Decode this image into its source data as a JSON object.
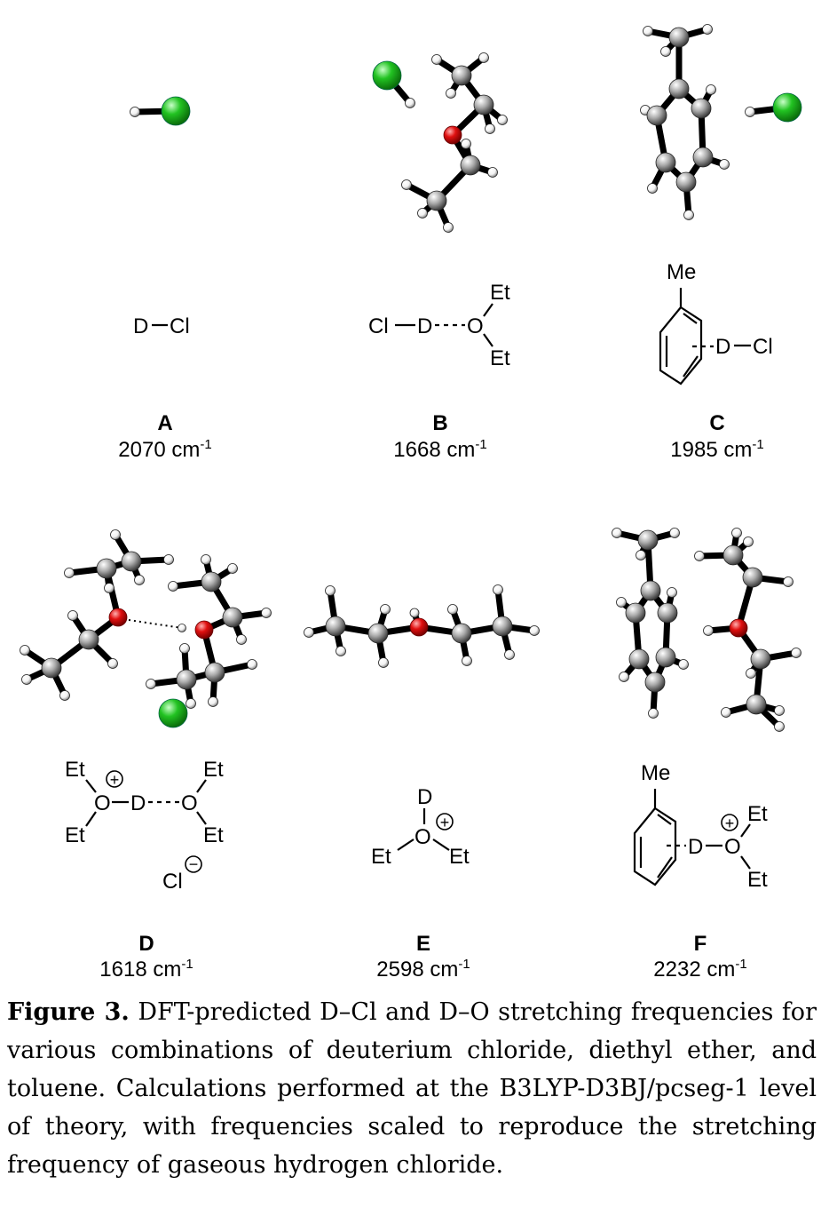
{
  "figure": {
    "number_label": "Figure 3.",
    "caption": "DFT-predicted D–Cl and D–O stretching frequencies for various combinations of deuterium chloride, diethyl ether, and toluene. Calculations performed at the B3LYP-D3BJ/pcseg-1 level of theory, with frequencies scaled to reproduce the stretching frequency of gaseous hydrogen chloride.",
    "panels": [
      {
        "id": "A",
        "label": "A",
        "value": "2070",
        "unit": "cm",
        "unit_exp": "-1"
      },
      {
        "id": "B",
        "label": "B",
        "value": "1668",
        "unit": "cm",
        "unit_exp": "-1"
      },
      {
        "id": "C",
        "label": "C",
        "value": "1985",
        "unit": "cm",
        "unit_exp": "-1"
      },
      {
        "id": "D",
        "label": "D",
        "value": "1618",
        "unit": "cm",
        "unit_exp": "-1"
      },
      {
        "id": "E",
        "label": "E",
        "value": "2598",
        "unit": "cm",
        "unit_exp": "-1"
      },
      {
        "id": "F",
        "label": "F",
        "value": "2232",
        "unit": "cm",
        "unit_exp": "-1"
      }
    ],
    "atoms": {
      "D": "D",
      "Cl": "Cl",
      "O": "O",
      "Et": "Et",
      "Me": "Me",
      "plus": "+",
      "minus": "−"
    },
    "colors": {
      "chlorine": "#22c322",
      "oxygen": "#e01010",
      "carbon": "#a9a9a9",
      "hydrogen": "#f2f2f2",
      "bond": "#000000"
    }
  }
}
